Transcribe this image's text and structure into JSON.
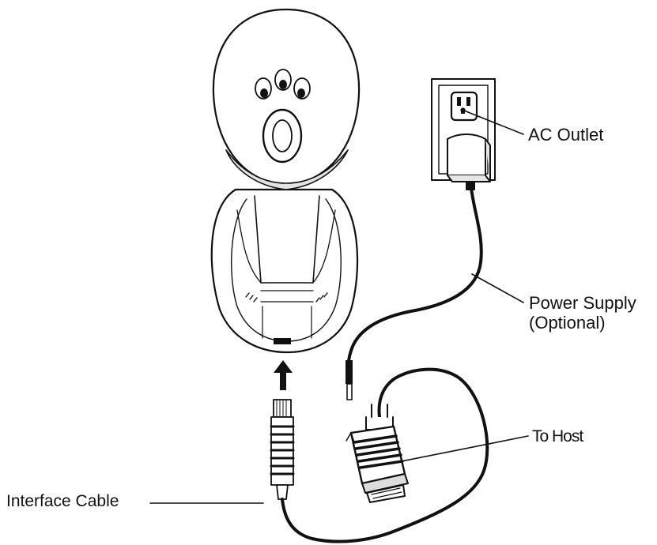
{
  "labels": {
    "ac_outlet": "AC Outlet",
    "power_supply_line1": "Power Supply",
    "power_supply_line2": "(Optional)",
    "to_host": "To Host",
    "interface_cable": "Interface Cable"
  },
  "icons": {
    "scanner": "barcode-scanner-icon",
    "outlet": "wall-outlet-icon",
    "adapter": "power-adapter-icon",
    "connector": "db9-connector-icon",
    "plug": "modular-plug-icon",
    "arrow": "arrow-up-icon"
  },
  "colors": {
    "line": "#111111",
    "fill": "#ffffff",
    "shade": "#dcdcdc"
  }
}
